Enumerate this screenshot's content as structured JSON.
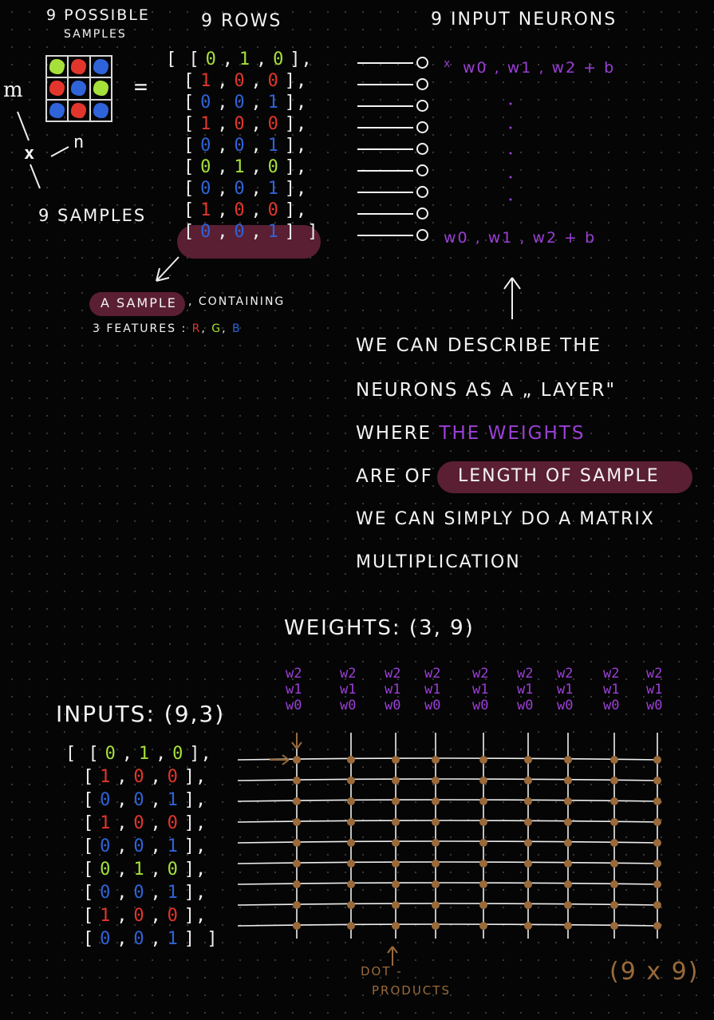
{
  "header": {
    "possible_samples": "9 POSSIBLE",
    "possible_samples_2": "SAMPLES",
    "rows": "9 ROWS",
    "input_neurons": "9 INPUT NEURONS"
  },
  "side": {
    "m": "m",
    "n": "n",
    "x": "x",
    "samples": "9 SAMPLES",
    "equals": "="
  },
  "grid_colors": [
    "#a6e03a",
    "#e2362c",
    "#2f63d9",
    "#e2362c",
    "#2f63d9",
    "#a6e03a",
    "#2f63d9",
    "#e2362c",
    "#2f63d9"
  ],
  "matrix_top": [
    [
      "0",
      "1",
      "0"
    ],
    [
      "1",
      "0",
      "0"
    ],
    [
      "0",
      "0",
      "1"
    ],
    [
      "1",
      "0",
      "0"
    ],
    [
      "0",
      "0",
      "1"
    ],
    [
      "0",
      "1",
      "0"
    ],
    [
      "0",
      "0",
      "1"
    ],
    [
      "1",
      "0",
      "0"
    ],
    [
      "0",
      "0",
      "1"
    ]
  ],
  "matrix_colors": [
    [
      "#a6e03a",
      "#a6e03a",
      "#a6e03a"
    ],
    [
      "#e2362c",
      "#e2362c",
      "#e2362c"
    ],
    [
      "#2f63d9",
      "#2f63d9",
      "#2f63d9"
    ],
    [
      "#e2362c",
      "#e2362c",
      "#e2362c"
    ],
    [
      "#2f63d9",
      "#2f63d9",
      "#2f63d9"
    ],
    [
      "#a6e03a",
      "#a6e03a",
      "#a6e03a"
    ],
    [
      "#2f63d9",
      "#2f63d9",
      "#2f63d9"
    ],
    [
      "#e2362c",
      "#e2362c",
      "#e2362c"
    ],
    [
      "#2f63d9",
      "#2f63d9",
      "#2f63d9"
    ]
  ],
  "neuron_top": {
    "mult": "x",
    "weights": "w0 , w1 , w2   + b",
    "weights_bottom": "w0 , w1 , w2   +  b"
  },
  "sample_note": {
    "highlight": "A SAMPLE",
    "rest": ", CONTAINING",
    "features": "3 FEATURES :",
    "r": "R",
    "g": "G",
    "b": "B",
    "comma": ","
  },
  "explanation": {
    "line1": "WE CAN DESCRIBE THE",
    "line2": "NEURONS  AS  A  „ LAYER\"",
    "line3a": "WHERE",
    "line3b": "THE WEIGHTS",
    "line4a": "ARE  OF",
    "line4b": "LENGTH OF SAMPLE",
    "line5": "WE CAN  SIMPLY DO  A  MATRIX",
    "line6": "MULTIPLICATION"
  },
  "weights_label": "WEIGHTS: (3, 9)",
  "inputs_label": "INPUTS: (9,3)",
  "weight_cols": [
    "w2",
    "w1",
    "w0"
  ],
  "dot_products": "DOT -",
  "dot_products_2": "PRODUCTS",
  "result_shape": "(9 x 9)",
  "colors": {
    "purple": "#9b3fd6",
    "brown": "#9a6a3a",
    "highlight": "#5a1f33"
  }
}
